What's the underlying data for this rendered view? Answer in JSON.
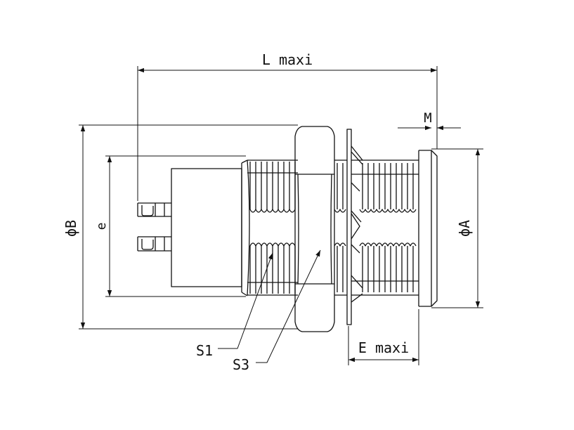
{
  "diagram": {
    "labels": {
      "length": "L maxi",
      "margin": "M",
      "diameter_b": "ϕB",
      "diameter_a": "ϕA",
      "e_dim": "e",
      "e_maxi": "E maxi",
      "s1": "S1",
      "s3": "S3"
    },
    "colors": {
      "stroke": "#111111",
      "background": "#ffffff"
    }
  }
}
